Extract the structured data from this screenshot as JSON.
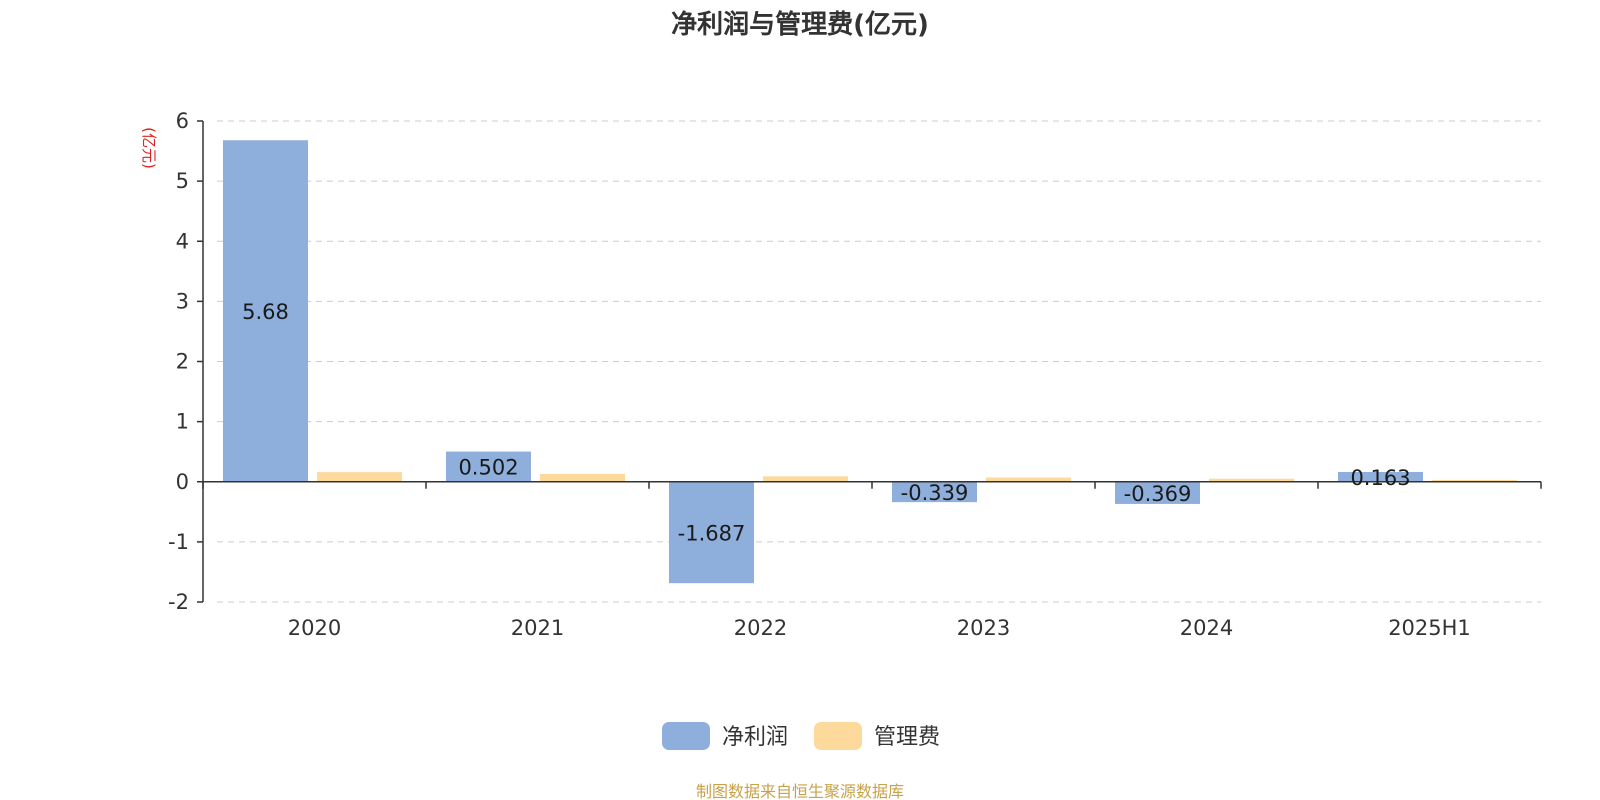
{
  "chart_data": {
    "type": "bar",
    "title": "净利润与管理费(亿元)",
    "unit_label": "(亿元)",
    "categories": [
      "2020",
      "2021",
      "2022",
      "2023",
      "2024",
      "2025H1"
    ],
    "series": [
      {
        "name": "净利润",
        "color": "#8eaedb",
        "values": [
          5.68,
          0.502,
          -1.687,
          -0.339,
          -0.369,
          0.163
        ],
        "labels": [
          "5.68",
          "0.502",
          "-1.687",
          "-0.339",
          "-0.369",
          "0.163"
        ]
      },
      {
        "name": "管理费",
        "color": "#fdd99b",
        "values": [
          0.16,
          0.13,
          0.09,
          0.07,
          0.05,
          0.03
        ]
      }
    ],
    "ylim": [
      -2,
      6
    ],
    "yticks": [
      "6",
      "5",
      "4",
      "3",
      "2",
      "1",
      "0",
      "-1",
      "-2"
    ],
    "grid": true,
    "legend_position": "bottom-center"
  },
  "footer": {
    "text": "制图数据来自恒生聚源数据库",
    "color": "#c8a24a"
  }
}
